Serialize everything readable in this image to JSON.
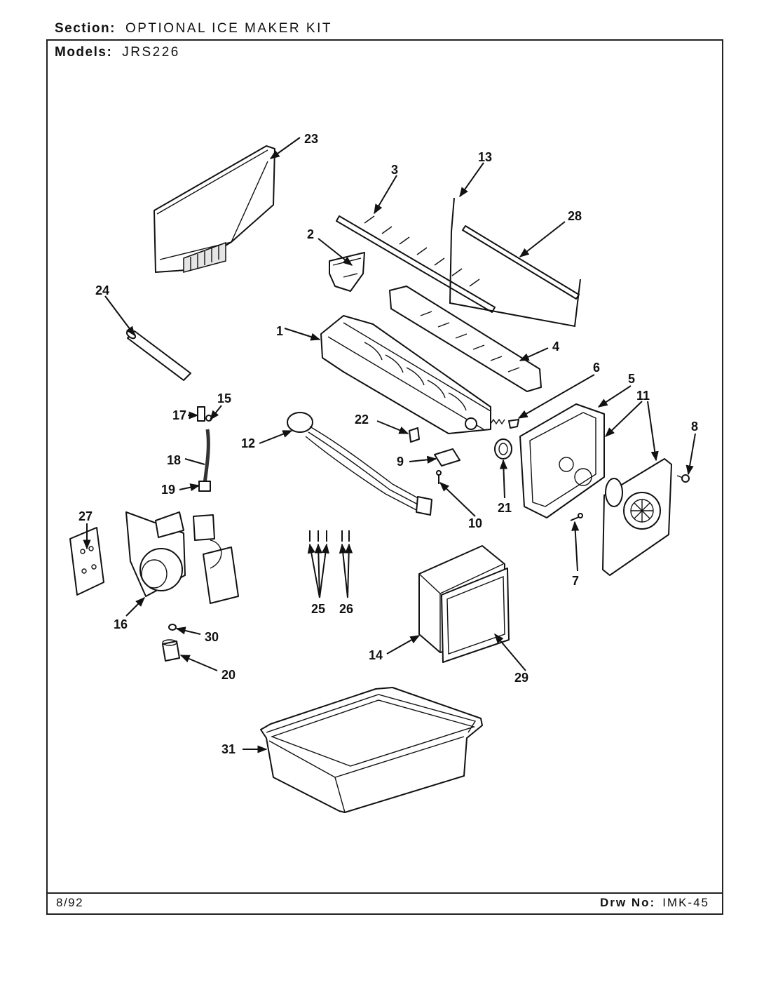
{
  "header": {
    "section_label": "Section:",
    "section_value": "OPTIONAL ICE MAKER KIT",
    "models_label": "Models:",
    "models_value": "JRS226"
  },
  "footer": {
    "date": "8/92",
    "drawing_label": "Drw No:",
    "drawing_value": "IMK-45"
  },
  "callouts": [
    "1",
    "2",
    "3",
    "4",
    "5",
    "6",
    "7",
    "8",
    "9",
    "10",
    "11",
    "12",
    "13",
    "14",
    "15",
    "16",
    "17",
    "18",
    "19",
    "20",
    "21",
    "22",
    "23",
    "24",
    "25",
    "26",
    "27",
    "28",
    "29",
    "30",
    "31"
  ]
}
